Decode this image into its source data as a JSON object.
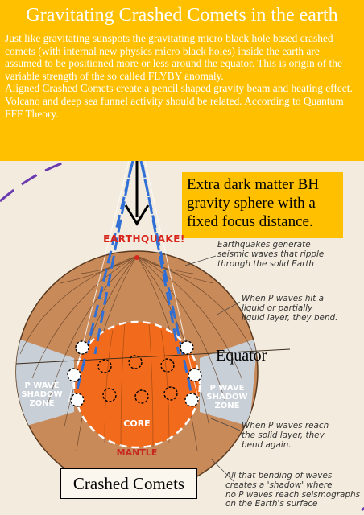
{
  "banner": {
    "title": "Gravitating Crashed Comets in the earth",
    "paragraph1": "Just like gravitating sunspots the gravitating micro black hole based crashed comets (with internal new physics micro black holes) inside the earth are assumed to be positioned more or less around the equator. This is origin of the variable strength of the  so called FLYBY anomaly.",
    "paragraph2": "Aligned Crashed Comets create a pencil shaped gravity beam and heating effect. Volcano and deep sea funnel activity should be related. According to Quantum FFF Theory."
  },
  "dark_matter_box": {
    "line1": "Extra dark matter BH",
    "line2": "gravity sphere with a",
    "line3": "fixed focus distance."
  },
  "labels": {
    "equator": "Equator",
    "crashed_comets": "Crashed Comets",
    "earthquake": "EARTHQUAKE!",
    "core": "CORE",
    "mantle": "MANTLE",
    "shadow_left": [
      "P WAVE",
      "SHADOW",
      "ZONE"
    ],
    "shadow_right": [
      "P WAVE",
      "SHADOW",
      "ZONE"
    ]
  },
  "annotations": {
    "seismic": [
      "Earthquakes generate",
      "seismic waves that ripple",
      "through the solid Earth"
    ],
    "liquid": [
      "When P waves hit a",
      "liquid or partially",
      "liquid layer, they bend."
    ],
    "solid": [
      "When P waves reach",
      "the solid layer, they",
      "bend again."
    ],
    "shadow": [
      "All that bending of waves",
      "creates a 'shadow' where",
      "no P waves reach seismographs",
      "on the Earth's surface"
    ]
  },
  "colors": {
    "banner": "#ffc000",
    "core": "#f26a1b",
    "mantle": "#c98a5a",
    "shadow_zone": "#c8cfd6",
    "gravity_beam": "#2f6fd6",
    "dm_sphere": "#6a3ab0",
    "earthquake": "#d8261d"
  }
}
